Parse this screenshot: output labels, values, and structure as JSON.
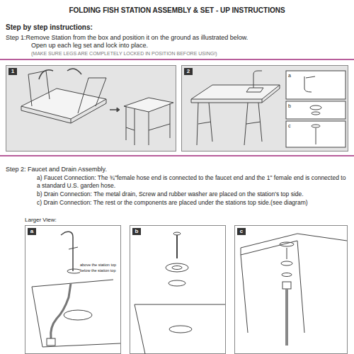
{
  "diagram": {
    "title": "FOLDING FISH STATION ASSEMBLY & SET - UP INSTRUCTIONS",
    "nodes": [
      {
        "text": [
          "1"
        ]
      },
      {
        "text": [
          "2"
        ]
      },
      {
        "text": [
          "a"
        ]
      },
      {
        "text": [
          "b"
        ]
      },
      {
        "text": [
          "c"
        ]
      }
    ],
    "labels": [
      "Step by step instructions:",
      "Step 1:Remove Station from the box and position it on the ground as illustrated below.",
      "Open up each leg set and lock into place.",
      "(MAKE SURE LEGS ARE COMPLETELY LOCKED IN POSITION BEFORE USING!)",
      "Step 2: Faucet and Drain Assembly.",
      "a) Faucet Connection: The ¾\"female hose end is connected to the faucet end and the 1\" female end is connected to a standard U.S. garden hose.",
      "b) Drain Connection: The metal drain, Screw and rubber washer are placed on the station's top side.",
      "c) Drain Connection: The rest or the components are placed under the stations top side.(see diagram)",
      "Larger View:",
      "a",
      "b",
      "c",
      "above the station top",
      "below the station top"
    ]
  }
}
